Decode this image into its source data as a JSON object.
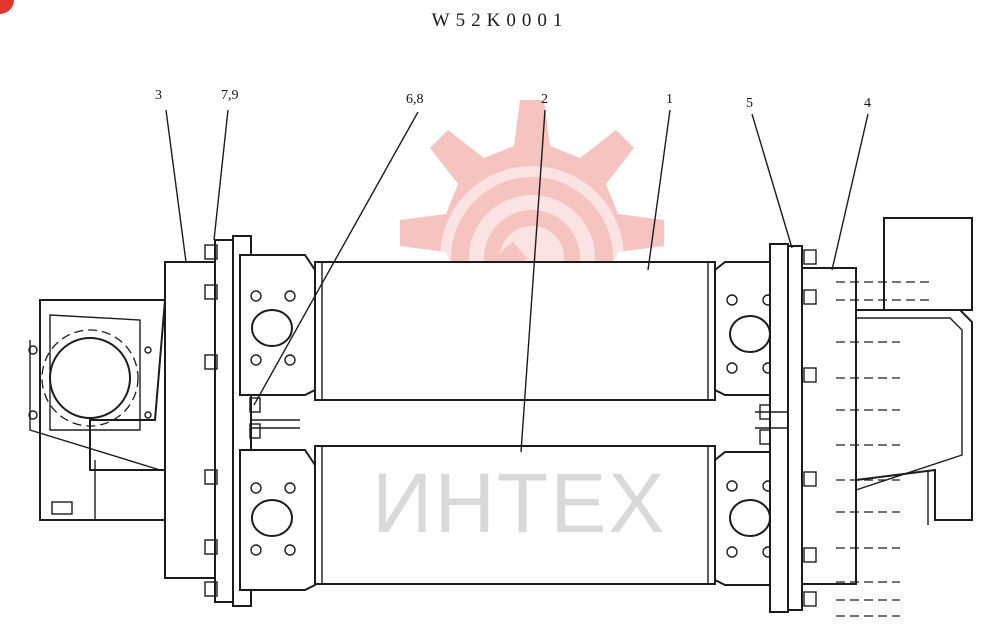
{
  "drawing_code": "W52K0001",
  "watermark_text": "ИНТЕХ",
  "callouts": [
    {
      "id": "c3",
      "label": "3"
    },
    {
      "id": "c79",
      "label": "7,9"
    },
    {
      "id": "c68",
      "label": "6,8"
    },
    {
      "id": "c2",
      "label": "2"
    },
    {
      "id": "c1",
      "label": "1"
    },
    {
      "id": "c5",
      "label": "5"
    },
    {
      "id": "c4",
      "label": "4"
    }
  ],
  "colors": {
    "line": "#1c1c1c",
    "watermark_logo": "#f4b9b6",
    "watermark_text": "#d9d9d9",
    "badge": "#e0352b"
  }
}
